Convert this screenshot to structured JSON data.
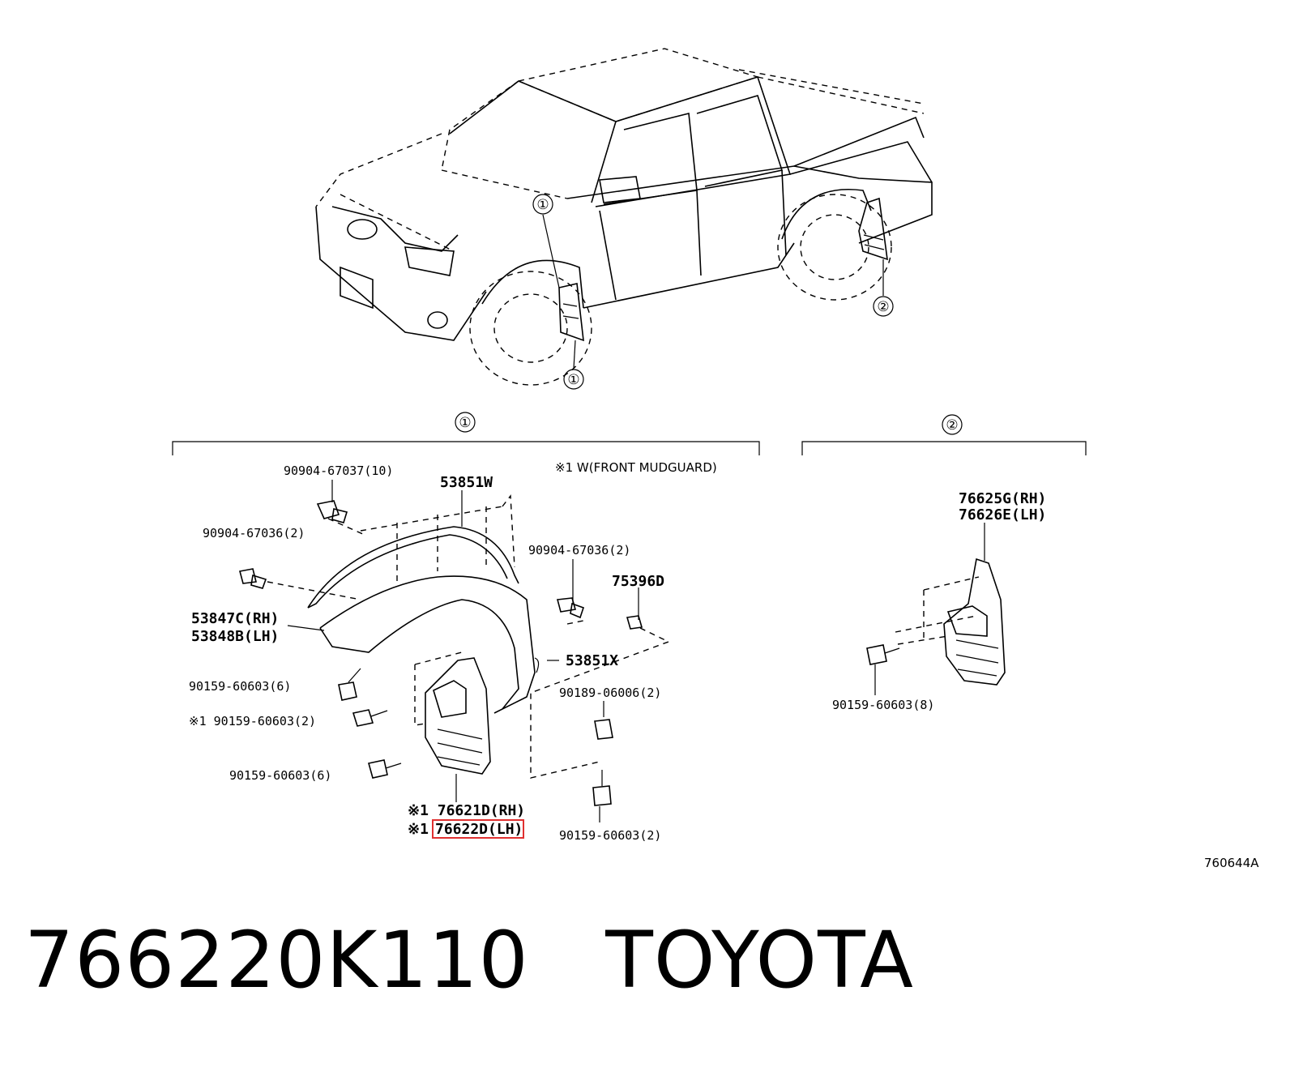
{
  "callouts": {
    "c1": "①",
    "c2": "②"
  },
  "note": "※1 W(FRONT MUDGUARD)",
  "parts_front": {
    "p53851w": "53851W",
    "clip_top": "90904-67037(10)",
    "clip_left": "90904-67036(2)",
    "clip_right": "90904-67036(2)",
    "p75396d": "75396D",
    "p53847c": "53847C(RH)",
    "p53848b": "53848B(LH)",
    "p53851x": "53851X",
    "screw_a": "90159-60603(6)",
    "screw_b": "※1 90159-60603(2)",
    "screw_c": "90159-60603(6)",
    "nut": "90189-06006(2)",
    "screw_d": "90159-60603(2)",
    "mud_rh": "※1 76621D(RH)",
    "mud_lh_mark": "※1",
    "mud_lh": "76622D(LH)"
  },
  "parts_rear": {
    "mud_rh": "76625G(RH)",
    "mud_lh": "76626E(LH)",
    "screw": "90159-60603(8)"
  },
  "diagram_code": "760644A",
  "footer": {
    "part_number": "766220K110",
    "brand": "TOYOTA"
  }
}
